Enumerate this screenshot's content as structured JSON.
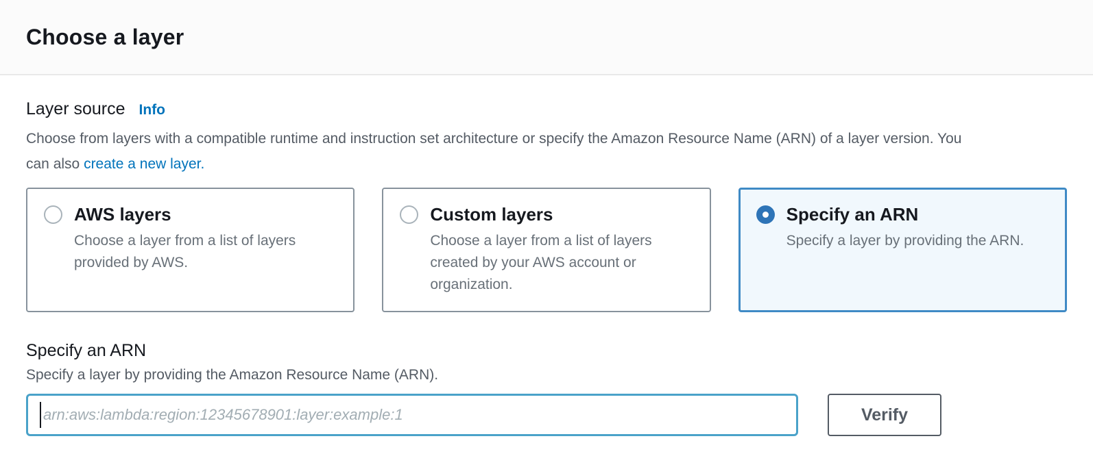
{
  "page": {
    "title": "Choose a layer"
  },
  "layer_source": {
    "label": "Layer source",
    "info_label": "Info",
    "description": "Choose from layers with a compatible runtime and instruction set architecture or specify the Amazon Resource Name (ARN) of a layer version. You can also ",
    "create_link": "create a new layer.",
    "options": [
      {
        "title": "AWS layers",
        "description": "Choose a layer from a list of layers provided by AWS.",
        "selected": false
      },
      {
        "title": "Custom layers",
        "description": "Choose a layer from a list of layers created by your AWS account or organization.",
        "selected": false
      },
      {
        "title": "Specify an ARN",
        "description": "Specify a layer by providing the ARN.",
        "selected": true
      }
    ]
  },
  "arn_section": {
    "title": "Specify an ARN",
    "description": "Specify a layer by providing the Amazon Resource Name (ARN).",
    "input_value": "",
    "input_placeholder": "arn:aws:lambda:region:12345678901:layer:example:1",
    "verify_button": "Verify"
  },
  "colors": {
    "link_blue": "#0073bb",
    "selected_border_blue": "#3f8ac5",
    "selected_background": "#f1f8fd",
    "radio_checked_blue": "#2e74b7",
    "input_focus_border": "#4aa2c9",
    "heading_text": "#16191f",
    "body_text": "#545b64"
  }
}
